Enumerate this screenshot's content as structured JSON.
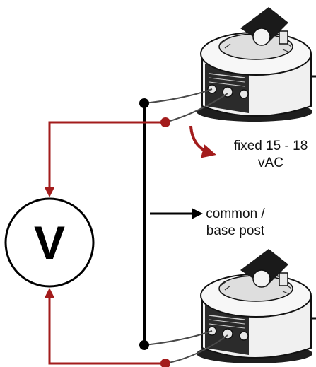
{
  "voltmeter": {
    "symbol": "V"
  },
  "labels": {
    "fixed_line1": "fixed 15 - 18",
    "fixed_line2": "vAC",
    "common_line1": "common /",
    "common_line2": "base post"
  },
  "colors": {
    "lead_red": "#a31c1c",
    "wire_black": "#000000",
    "transformer_body": "#2a2a2a",
    "transformer_shell": "#f2f2f2"
  },
  "icons": {
    "transformer_top": "variable-transformer-icon",
    "transformer_bottom": "variable-transformer-icon",
    "voltmeter": "voltmeter-icon"
  }
}
